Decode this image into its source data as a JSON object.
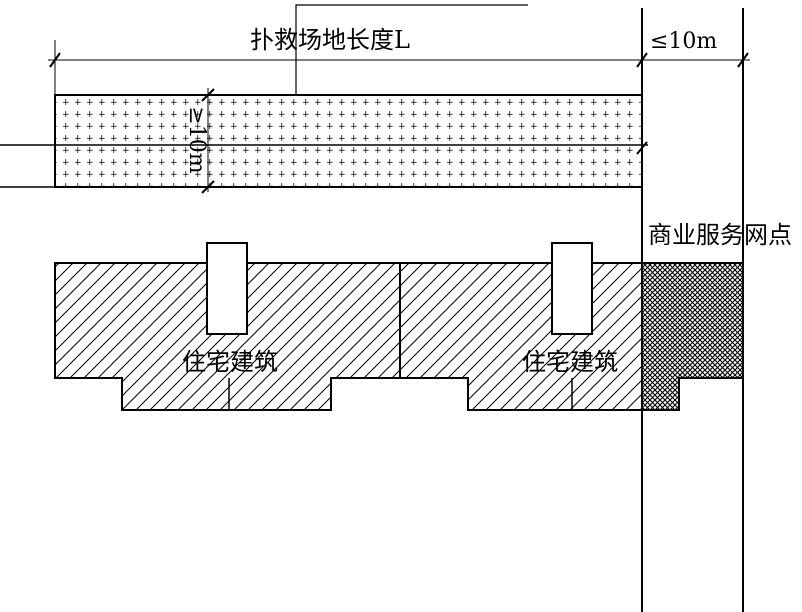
{
  "labels": {
    "rescue_length": "扑救场地长度L",
    "max_distance": "≤10m",
    "min_width": "≥10m",
    "commercial": "商业服务网点",
    "residential_1": "住宅建筑",
    "residential_2": "住宅建筑"
  }
}
